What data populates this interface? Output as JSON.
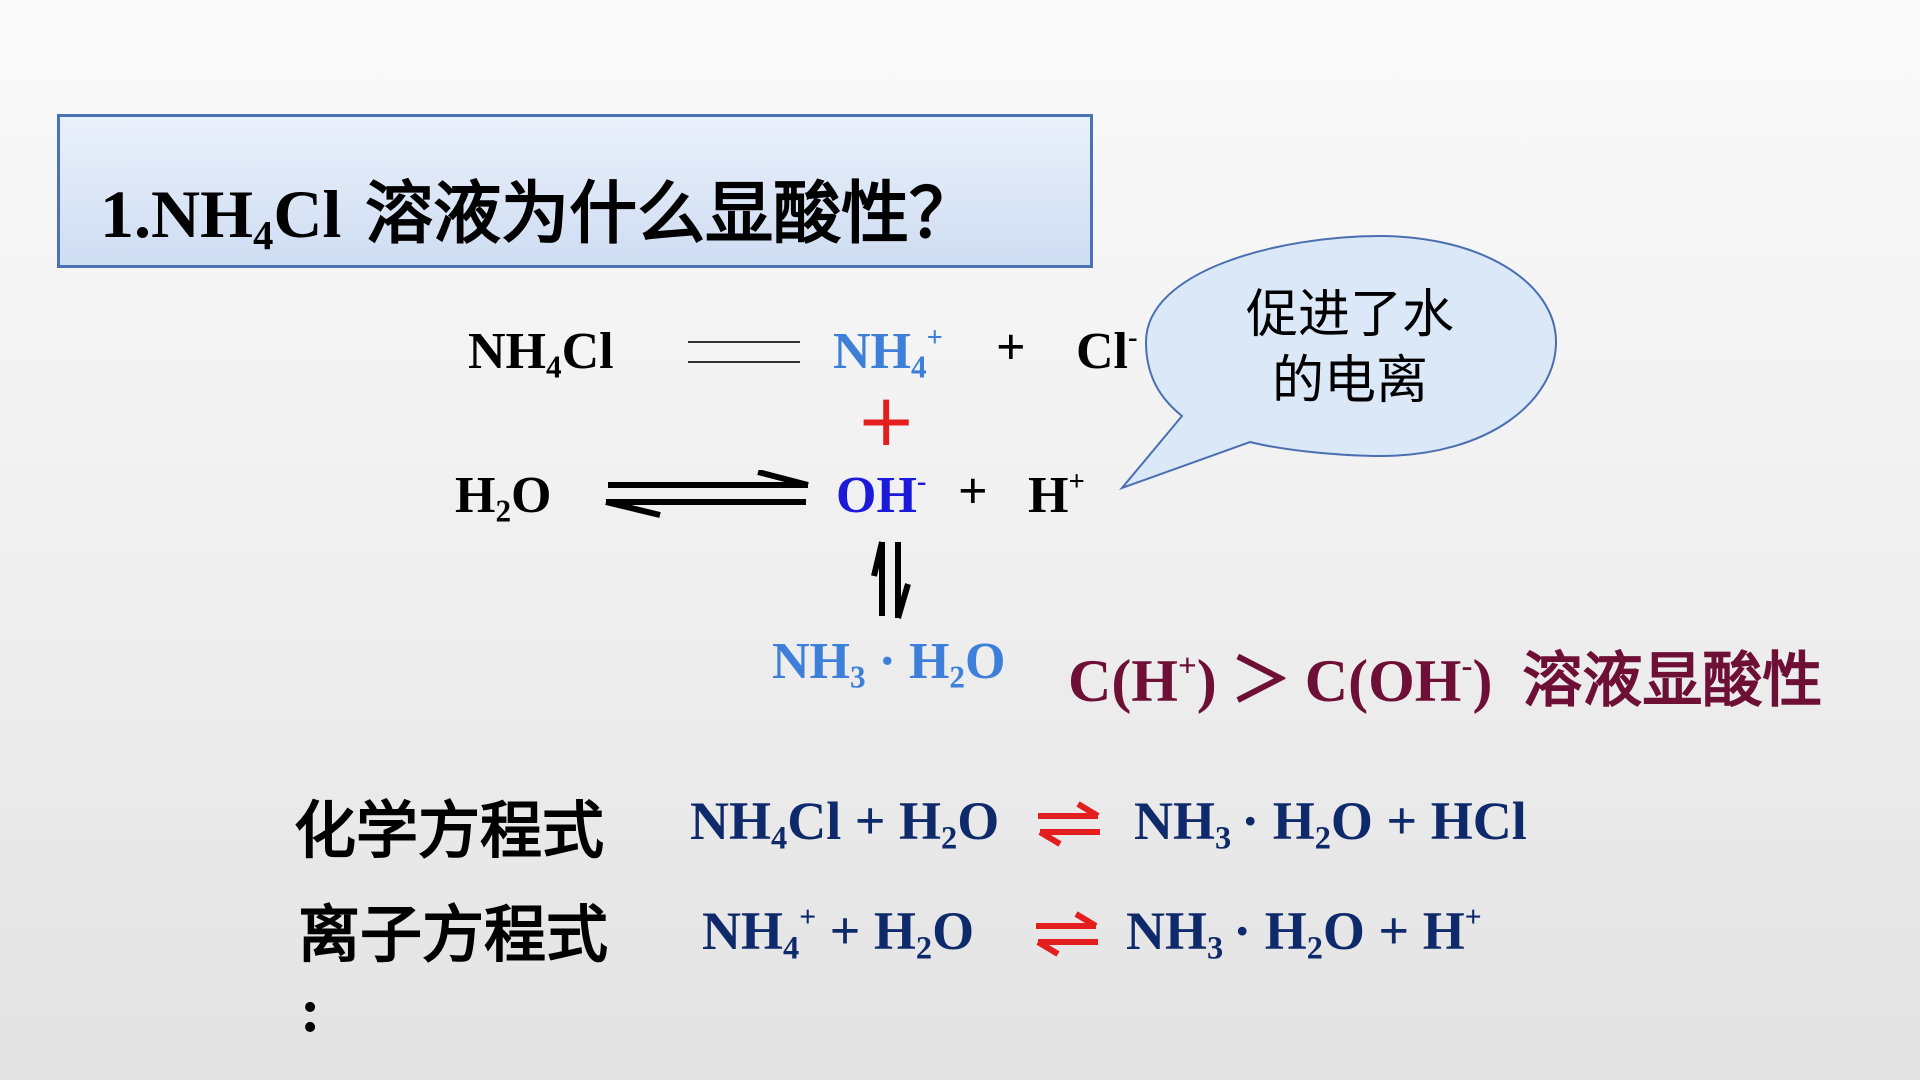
{
  "title": {
    "number": "1.",
    "nh": "NH",
    "sub4": "4",
    "cl": "Cl",
    "question": " 溶液为什么显酸性？"
  },
  "reaction1": {
    "reactant_nh": "NH",
    "reactant_sub": "4",
    "reactant_cl": "Cl",
    "ion1": "NH",
    "ion1_sub": "4",
    "ion1_sup": "+",
    "plus": "+",
    "ion2": "Cl",
    "ion2_sup": "-"
  },
  "combine_plus": "+",
  "reaction2": {
    "h": "H",
    "sub2": "2",
    "o": "O",
    "oh": "OH",
    "oh_sup": "-",
    "plus": "+",
    "h_ion": "H",
    "h_sup": "+"
  },
  "product": {
    "nh": "NH",
    "sub3": "3",
    "dot": " · ",
    "h": "H",
    "sub2": "2",
    "o": "O"
  },
  "conclusion": {
    "c1": "C(H",
    "c1_sup": "+",
    "c1_close": ")",
    "gt": "＞",
    "c2": "C(OH",
    "c2_sup": "-",
    "c2_close": ")",
    "text": "溶液显酸性"
  },
  "bubble": {
    "line1": "促进了水",
    "line2": "的电离"
  },
  "chem_equation": {
    "label": "化学方程式",
    "lhs_nh": "NH",
    "lhs_sub4": "4",
    "lhs_cl": "Cl + H",
    "lhs_sub2": "2",
    "lhs_o": "O",
    "rhs_nh": "NH",
    "rhs_sub3": "3",
    "rhs_mid": "· H",
    "rhs_sub2": "2",
    "rhs_end": "O + HCl"
  },
  "ionic_equation": {
    "label": "离子方程式",
    "colon": ":",
    "lhs_nh": "NH",
    "lhs_sub4": "4",
    "lhs_sup": "+",
    "lhs_rest": " + H",
    "lhs_sub2": "2",
    "lhs_o": "O",
    "rhs_nh": "NH",
    "rhs_sub3": "3",
    "rhs_mid": "· H",
    "rhs_sub2": "2",
    "rhs_end": "O  +  H",
    "rhs_sup": "+"
  },
  "colors": {
    "title_border": "#4a72b4",
    "ion_blue": "#3d7fd9",
    "navy": "#0f2a6b",
    "maroon": "#6e0f35",
    "red_arrow": "#e41e1e"
  }
}
